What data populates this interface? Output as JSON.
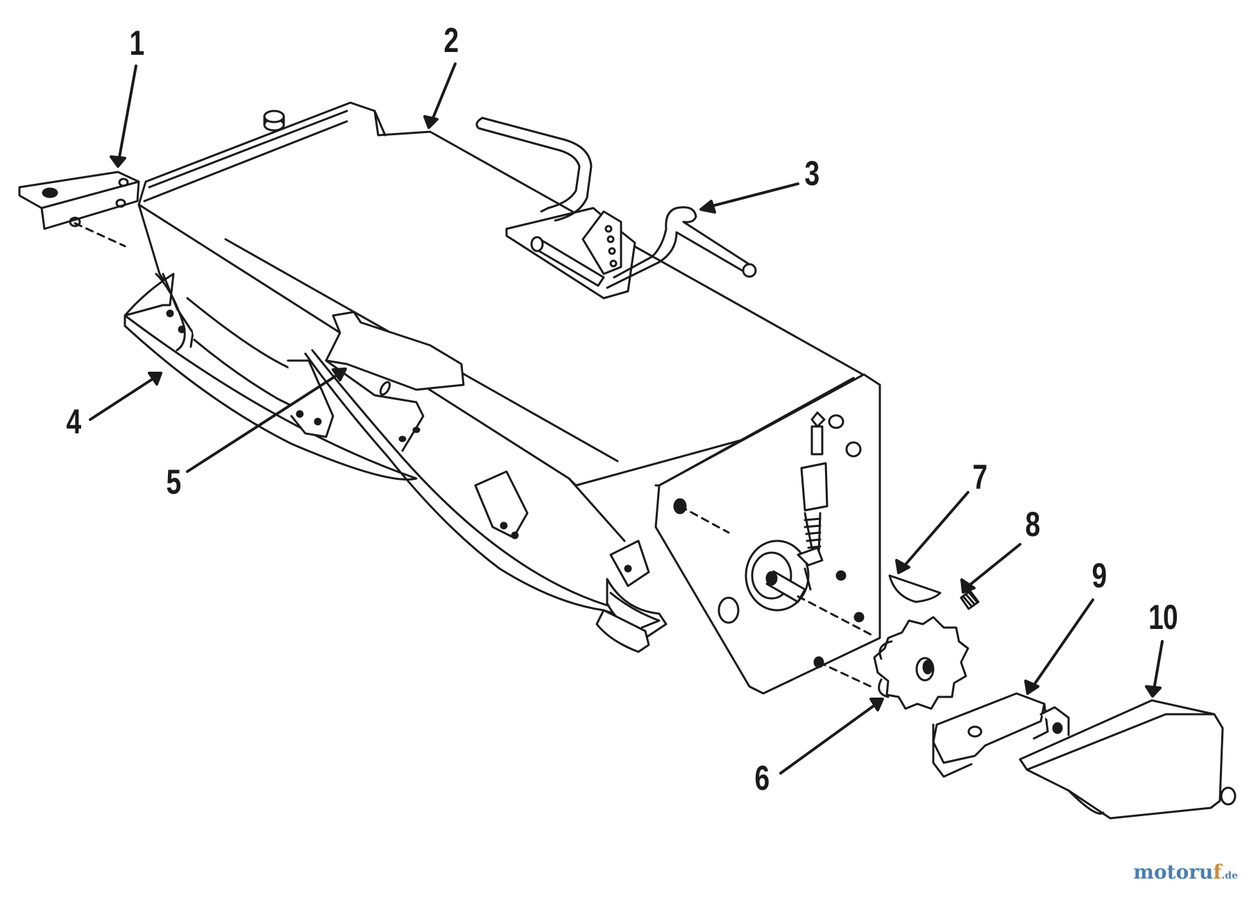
{
  "diagram": {
    "callouts": [
      {
        "id": "1",
        "label": "1"
      },
      {
        "id": "2",
        "label": "2"
      },
      {
        "id": "3",
        "label": "3"
      },
      {
        "id": "4",
        "label": "4"
      },
      {
        "id": "5",
        "label": "5"
      },
      {
        "id": "6",
        "label": "6"
      },
      {
        "id": "7",
        "label": "7"
      },
      {
        "id": "8",
        "label": "8"
      },
      {
        "id": "9",
        "label": "9"
      },
      {
        "id": "10",
        "label": "10"
      }
    ]
  },
  "watermark": {
    "part_a": "motoru",
    "part_b": "f",
    "part_c": ".de"
  },
  "colors": {
    "line": "#1a1a1a",
    "fill": "#ffffff",
    "watermark_blue": "#4a7fb0",
    "watermark_orange": "#d08a3a"
  }
}
